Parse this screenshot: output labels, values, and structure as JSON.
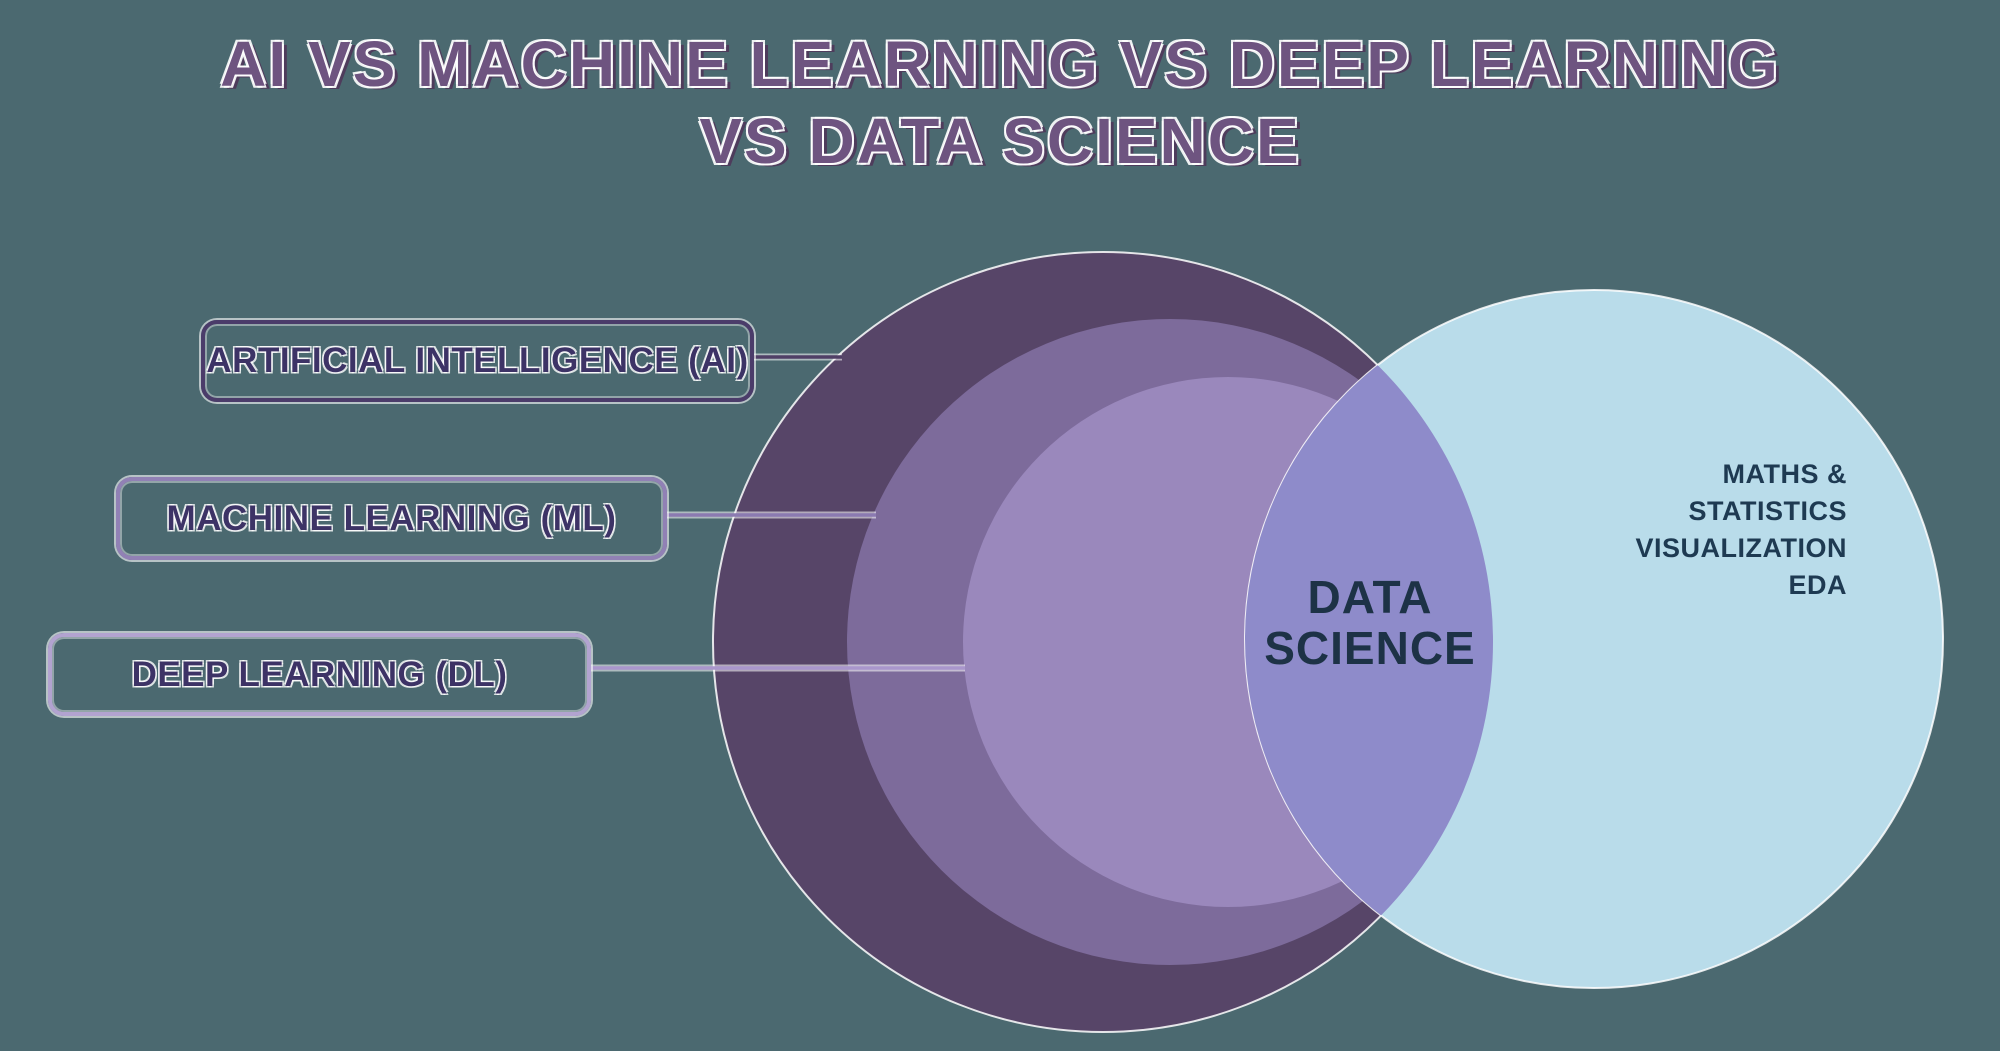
{
  "title": {
    "line1": "AI VS MACHINE LEARNING VS DEEP LEARNING",
    "line2": "VS DATA SCIENCE"
  },
  "legend_boxes": [
    {
      "label": "ARTIFICIAL INTELLIGENCE (AI)"
    },
    {
      "label": "MACHINE LEARNING (ML)"
    },
    {
      "label": "DEEP LEARNING (DL)"
    }
  ],
  "venn": {
    "intersection": {
      "line1": "DATA",
      "line2": "SCIENCE"
    },
    "right_circle_lines": [
      "MATHS &",
      "STATISTICS",
      "VISUALIZATION",
      "EDA"
    ]
  },
  "colors": {
    "background": "#4b6970",
    "title_text": "#6e5480",
    "title_shadow": "#4e3c5c",
    "ai_circle": "#574568",
    "ml_circle": "#7d6b9b",
    "dl_circle": "#9a88bc",
    "blue_circle": "#b9dcea",
    "intersection": "#8e8bca",
    "box_ai_border": "#4b3c6a",
    "box_ml_border": "#9181b5",
    "box_dl_border": "#b2a3d0",
    "box_text": "#3d3366",
    "connector_ai": "#503f66",
    "connector_ml": "#8b7ab1",
    "connector_dl": "#a996cc",
    "intersection_text": "#1d3246",
    "blue_circle_text": "#1e3a52"
  }
}
